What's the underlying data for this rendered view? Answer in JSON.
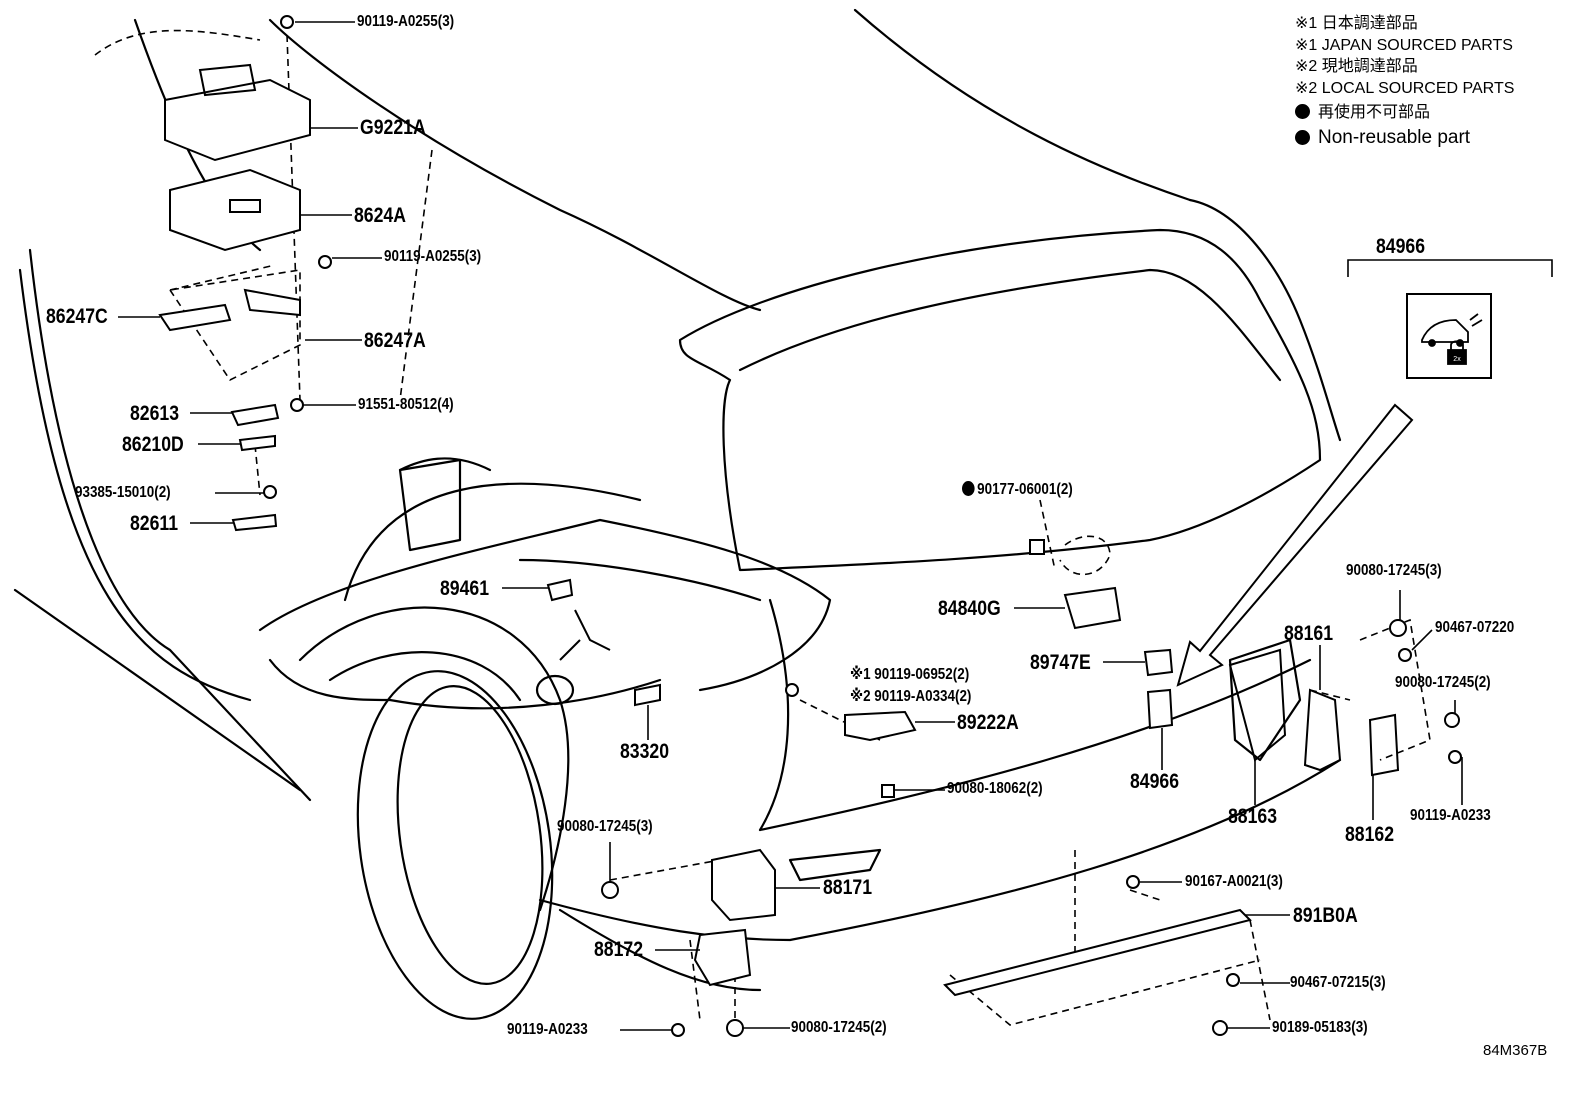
{
  "legend": {
    "line1": "※1 日本調達部品",
    "line2": "※1 JAPAN SOURCED PARTS",
    "line3": "※2 現地調達部品",
    "line4": "※2 LOCAL SOURCED PARTS",
    "line5": "再使用不可部品",
    "line6": "Non-reusable part"
  },
  "diagram_code": "84M367B",
  "kit": {
    "number": "84966",
    "icon": "vehicle-lock-2x-icon"
  },
  "parts": {
    "p1": "90119-A0255(3)",
    "p2": "G9221A",
    "p3": "8624A",
    "p4": "90119-A0255(3)",
    "p5": "86247C",
    "p6": "86247A",
    "p7": "91551-80512(4)",
    "p8": "82613",
    "p9": "86210D",
    "p10": "93385-15010(2)",
    "p11": "82611",
    "p12": "90177-06001(2)",
    "p13": "89461",
    "p14": "84840G",
    "p15": "89747E",
    "p16": "※1 90119-06952(2)",
    "p17": "※2 90119-A0334(2)",
    "p18": "89222A",
    "p19": "83320",
    "p20": "90080-18062(2)",
    "p21": "84966",
    "p22": "88161",
    "p23": "90080-17245(3)",
    "p24": "90467-07220",
    "p25": "90080-17245(2)",
    "p26": "88163",
    "p27": "88162",
    "p28": "90119-A0233",
    "p29": "90080-17245(3)",
    "p30": "88171",
    "p31": "88172",
    "p32": "90167-A0021(3)",
    "p33": "891B0A",
    "p34": "90467-07215(3)",
    "p35": "90119-A0233",
    "p36": "90080-17245(2)",
    "p37": "90189-05183(3)"
  }
}
